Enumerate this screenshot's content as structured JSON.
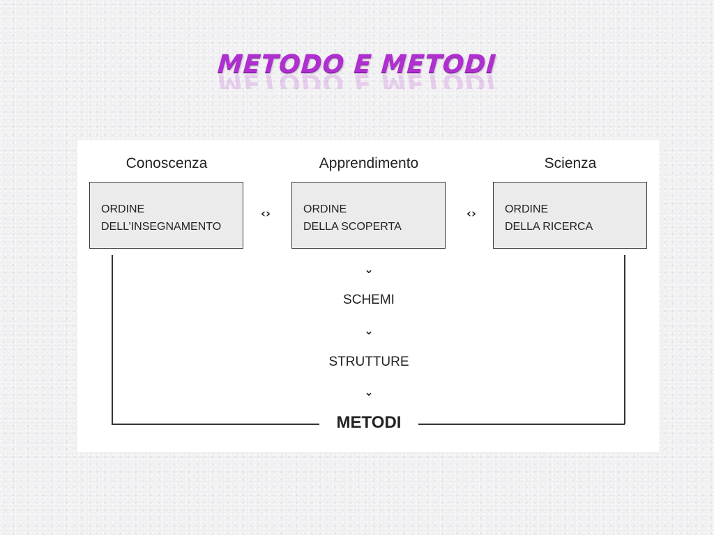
{
  "slide": {
    "title": "METODO E METODI"
  },
  "diagram": {
    "columns": [
      {
        "heading": "Conoscenza",
        "box_line1": "ORDINE",
        "box_line2": "DELL’INSEGNAMENTO"
      },
      {
        "heading": "Apprendimento",
        "box_line1": "ORDINE",
        "box_line2": "DELLA SCOPERTA"
      },
      {
        "heading": "Scienza",
        "box_line1": "ORDINE",
        "box_line2": "DELLA RICERCA"
      }
    ],
    "link_symbol": "‹›",
    "flow_arrow": "⌄",
    "flow_steps": [
      "SCHEMI",
      "STRUTTURE"
    ],
    "final": "METODI"
  },
  "colors": {
    "title": "#b02fd0",
    "box_fill": "#ebebeb",
    "panel": "#ffffff"
  }
}
